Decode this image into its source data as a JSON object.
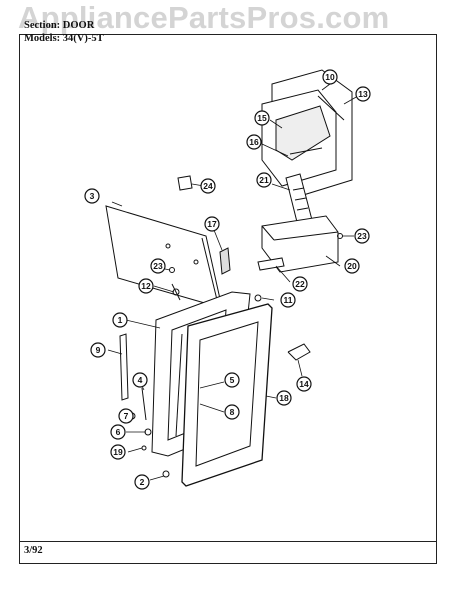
{
  "watermark": "AppliancePartsPros.com",
  "header": {
    "section": "Section: DOOR",
    "models": "Models: 34(V)-5T"
  },
  "footer": {
    "date_code": "3/92"
  },
  "callouts": [
    "1",
    "2",
    "3",
    "4",
    "5",
    "6",
    "7",
    "8",
    "9",
    "10",
    "11",
    "12",
    "13",
    "14",
    "15",
    "16",
    "17",
    "18",
    "19",
    "20",
    "21",
    "22",
    "23",
    "23",
    "24"
  ]
}
